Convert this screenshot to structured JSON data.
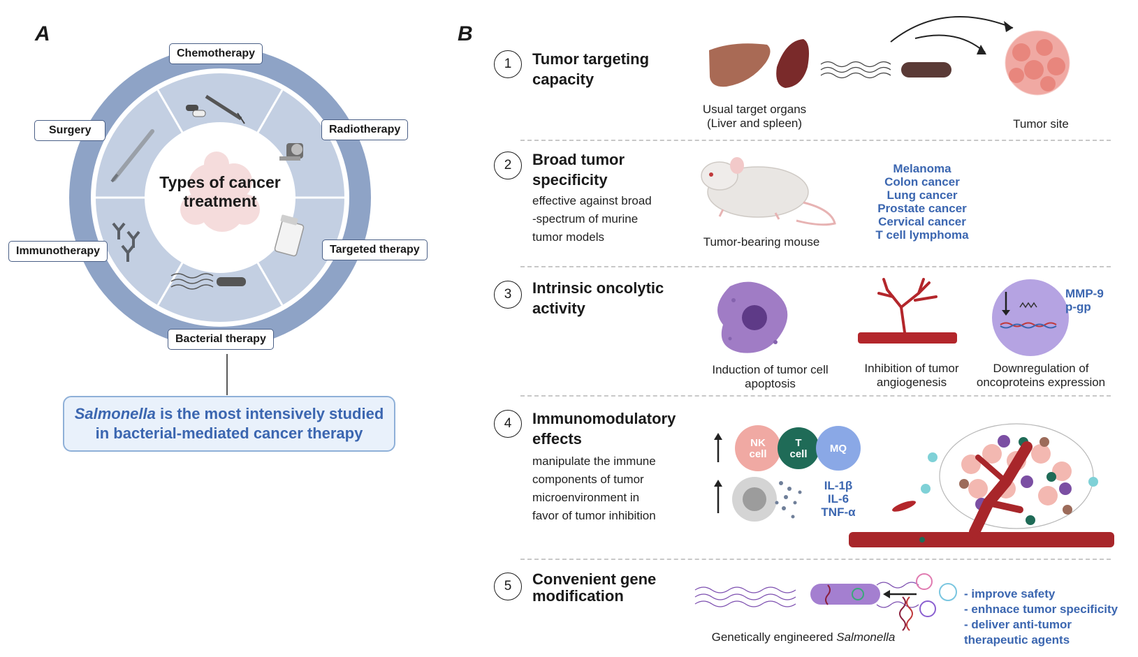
{
  "panel_a": {
    "letter": "A",
    "center_title_line1": "Types of cancer",
    "center_title_line2": "treatment",
    "labels": {
      "chemotherapy": "Chemotherapy",
      "radiotherapy": "Radiotherapy",
      "surgery": "Surgery",
      "immunotherapy": "Immunotherapy",
      "targeted": "Targeted therapy",
      "bacterial": "Bacterial therapy"
    },
    "callout_italic": "Salmonella",
    "callout_line1_rest": " is the most intensively studied",
    "callout_line2": "in bacterial-mediated cancer therapy"
  },
  "panel_b": {
    "letter": "B",
    "sections": [
      {
        "number": "1",
        "title_line1": "Tumor targeting",
        "title_line2": "capacity",
        "caption_organs_line1": "Usual target organs",
        "caption_organs_line2": "(Liver and spleen)",
        "caption_tumor": "Tumor site"
      },
      {
        "number": "2",
        "title_line1": "Broad tumor",
        "title_line2": "specificity",
        "sub_lines": [
          "effective against broad",
          "-spectrum of murine",
          "tumor models"
        ],
        "caption_mouse": "Tumor-bearing mouse",
        "tumor_types": [
          "Melanoma",
          "Colon cancer",
          "Lung cancer",
          "Prostate cancer",
          "Cervical cancer",
          "T cell lymphoma"
        ]
      },
      {
        "number": "3",
        "title_line1": "Intrinsic oncolytic",
        "title_line2": "activity",
        "caption_apoptosis_line1": "Induction of tumor cell",
        "caption_apoptosis_line2": "apoptosis",
        "caption_angio_line1": "Inhibition of tumor",
        "caption_angio_line2": "angiogenesis",
        "caption_down_line1": "Downregulation of",
        "caption_down_line2": "oncoproteins expression",
        "proteins": [
          "MMP-9",
          "p-gp"
        ]
      },
      {
        "number": "4",
        "title_line1": "Immunomodulatory",
        "title_line2": "effects",
        "sub_lines": [
          "manipulate the immune",
          "components of tumor",
          "microenvironment in",
          "favor of tumor inhibition"
        ],
        "cell_nk_line1": "NK",
        "cell_nk_line2": "cell",
        "cell_t_line1": "T",
        "cell_t_line2": "cell",
        "cell_mq": "MQ",
        "cytokines": [
          "IL-1β",
          "IL-6",
          "TNF-α"
        ]
      },
      {
        "number": "5",
        "title_line1": "Convenient gene",
        "title_line2": "modification",
        "caption_prefix": "Genetically engineered ",
        "caption_italic": "Salmonella",
        "benefits": [
          "- improve safety",
          "- enhnace tumor specificity",
          "- deliver anti-tumor",
          "therapeutic agents"
        ]
      }
    ]
  },
  "colors": {
    "ring_outer": "#8ea3c6",
    "ring_inner": "#c3cfe2",
    "accent_blue": "#3b66b0",
    "vessel_red": "#a8262a"
  }
}
